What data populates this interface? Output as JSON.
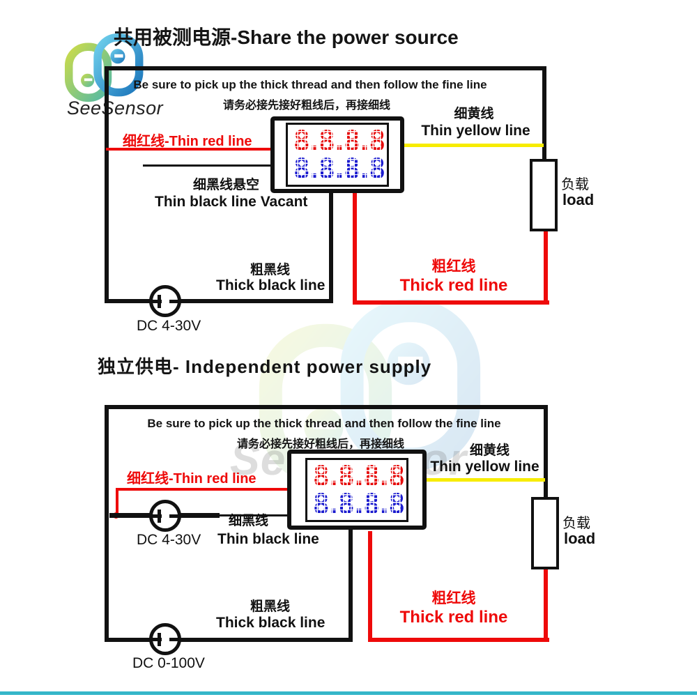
{
  "brand": {
    "name": "SeeSensor"
  },
  "watermark": {
    "name": "SeeSensor"
  },
  "display": {
    "row1": "8.8.8.8",
    "row2": "8.8.8.8"
  },
  "diagram1": {
    "title": "共用被测电源-Share the power source",
    "note_en": "Be sure to pick up the thick thread and then follow the fine line",
    "note_zh": "请务必接先接好粗线后，再接细线",
    "thin_red_label": "细红线-Thin red line",
    "thin_yellow_zh": "细黄线",
    "thin_yellow_en": "Thin yellow line",
    "thin_black_zh": "细黑线悬空",
    "thin_black_en": "Thin black line Vacant",
    "thick_black_zh": "粗黑线",
    "thick_black_en": "Thick black line",
    "thick_red_zh": "粗红线",
    "thick_red_en": "Thick red line",
    "load_zh": "负载",
    "load_en": "load",
    "dc_label": "DC 4-30V"
  },
  "diagram2": {
    "title": "独立供电- Independent power supply",
    "note_en": "Be sure to pick up the thick thread and then follow the fine line",
    "note_zh": "请务必接先接好粗线后，再接细线",
    "thin_red_label": "细红线-Thin red line",
    "thin_yellow_zh": "细黄线",
    "thin_yellow_en": "Thin yellow line",
    "thin_black_zh": "细黑线",
    "thin_black_en": "Thin black line",
    "thick_black_zh": "粗黑线",
    "thick_black_en": "Thick black line",
    "thick_red_zh": "粗红线",
    "thick_red_en": "Thick red line",
    "load_zh": "负载",
    "load_en": "load",
    "dc_top_label": "DC 4-30V",
    "dc_bottom_label": "DC 0-100V"
  },
  "colors": {
    "wire_red": "#ee0a0a",
    "wire_yellow": "#f7ec00",
    "wire_black": "#111111",
    "digit_red": "#e60d0d",
    "digit_blue": "#1c1ccf",
    "frame_teal": "#35b6c9"
  }
}
